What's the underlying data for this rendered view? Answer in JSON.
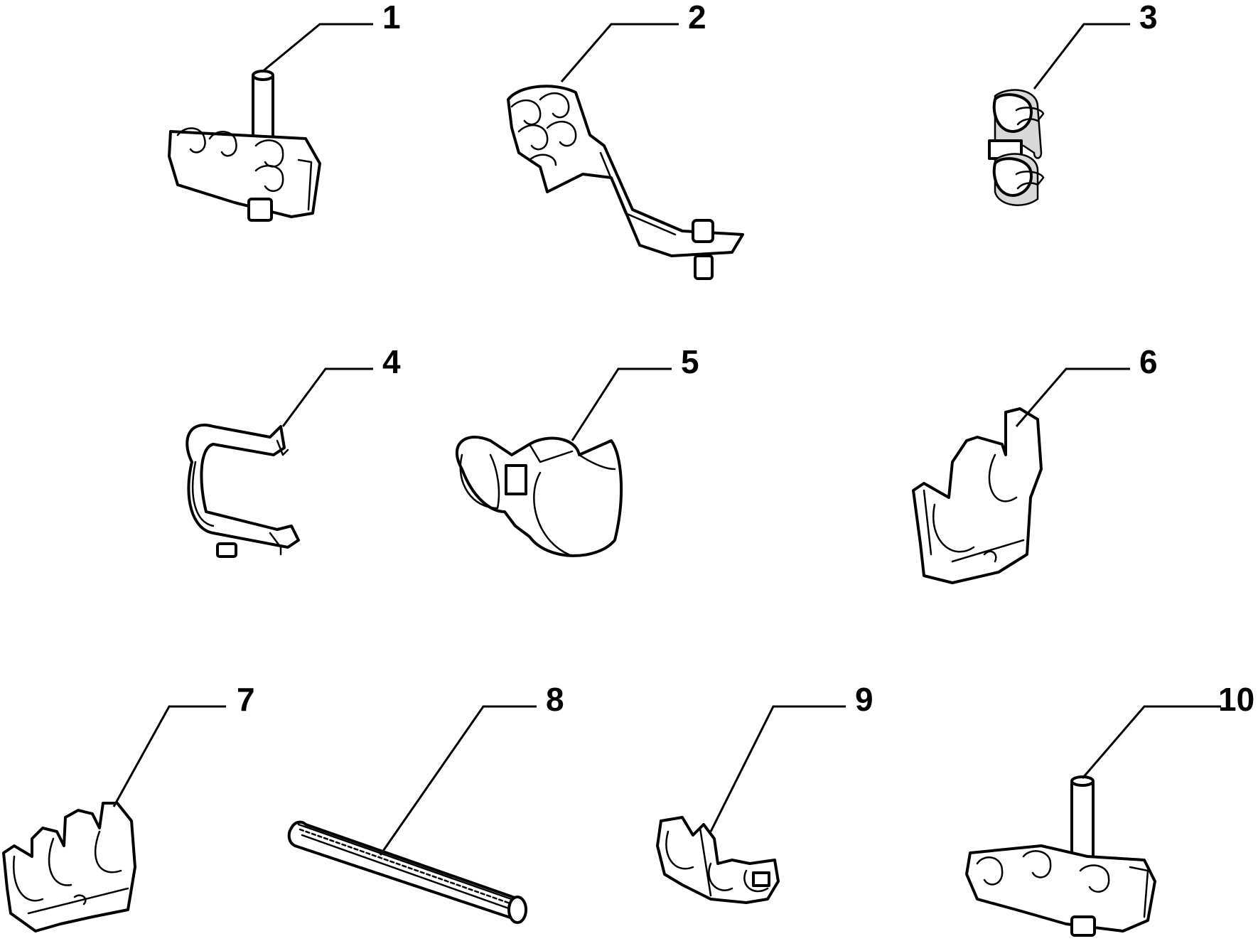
{
  "parts": [
    {
      "id": "part-1",
      "label": "1"
    },
    {
      "id": "part-2",
      "label": "2"
    },
    {
      "id": "part-3",
      "label": "3"
    },
    {
      "id": "part-4",
      "label": "4"
    },
    {
      "id": "part-5",
      "label": "5"
    },
    {
      "id": "part-6",
      "label": "6"
    },
    {
      "id": "part-7",
      "label": "7"
    },
    {
      "id": "part-8",
      "label": "8"
    },
    {
      "id": "part-9",
      "label": "9"
    },
    {
      "id": "part-10",
      "label": "10"
    }
  ]
}
